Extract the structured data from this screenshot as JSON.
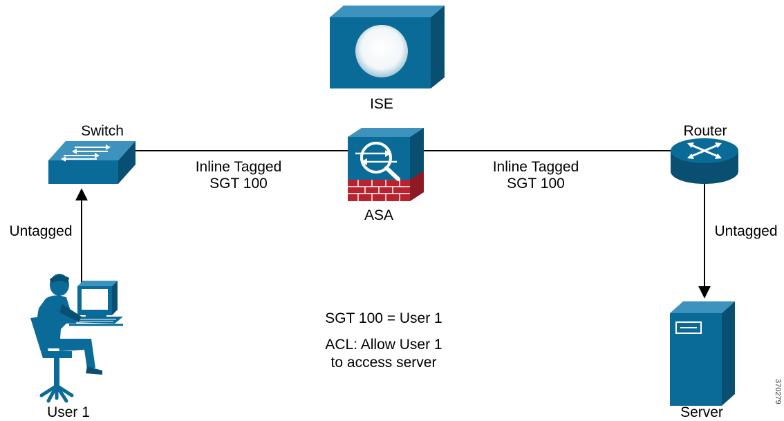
{
  "nodes": {
    "ise": {
      "label": "ISE"
    },
    "switch": {
      "label": "Switch"
    },
    "asa": {
      "label": "ASA"
    },
    "router": {
      "label": "Router"
    },
    "user": {
      "label": "User 1"
    },
    "server": {
      "label": "Server"
    }
  },
  "links": {
    "switch_asa": {
      "line1": "Inline Tagged",
      "line2": "SGT 100"
    },
    "asa_router": {
      "line1": "Inline Tagged",
      "line2": "SGT 100"
    },
    "user_switch": {
      "label": "Untagged"
    },
    "router_server": {
      "label": "Untagged"
    }
  },
  "notes": {
    "mapping": "SGT 100 = User 1",
    "acl_line1": "ACL: Allow User 1",
    "acl_line2": "to access server"
  },
  "figure_id": "370279",
  "colors": {
    "device_blue": "#0a6b98",
    "device_dark": "#084f72",
    "device_light": "#3d93bd",
    "firewall_red": "#b8232f",
    "line": "#000000"
  }
}
